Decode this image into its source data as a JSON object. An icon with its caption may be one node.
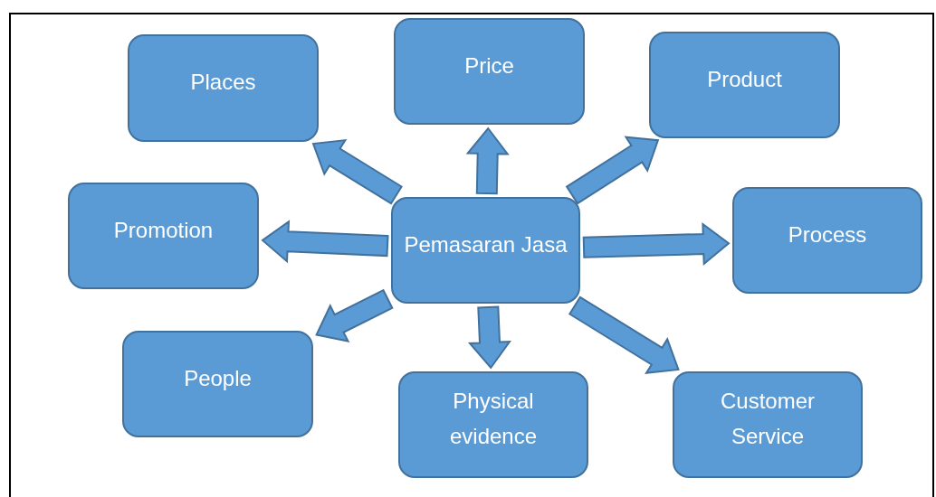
{
  "diagram": {
    "nodes": [
      {
        "text": [
          "Pemasaran Jasa"
        ]
      },
      {
        "text": [
          "Places"
        ]
      },
      {
        "text": [
          "Price"
        ]
      },
      {
        "text": [
          "Product"
        ]
      },
      {
        "text": [
          "Promotion"
        ]
      },
      {
        "text": [
          "Process"
        ]
      },
      {
        "text": [
          "People"
        ]
      },
      {
        "text": [
          "Physical evidence"
        ]
      },
      {
        "text": [
          "Customer Service"
        ]
      }
    ],
    "edges": [
      {
        "from": 0,
        "to": 1,
        "arrow": "to"
      },
      {
        "from": 0,
        "to": 2,
        "arrow": "to"
      },
      {
        "from": 0,
        "to": 3,
        "arrow": "to"
      },
      {
        "from": 0,
        "to": 4,
        "arrow": "to"
      },
      {
        "from": 0,
        "to": 5,
        "arrow": "to"
      },
      {
        "from": 0,
        "to": 6,
        "arrow": "to"
      },
      {
        "from": 0,
        "to": 7,
        "arrow": "to"
      },
      {
        "from": 0,
        "to": 8,
        "arrow": "to"
      }
    ]
  }
}
